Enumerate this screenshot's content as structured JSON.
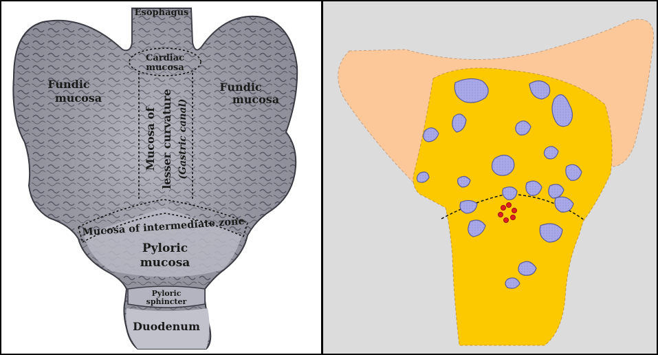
{
  "left_panel": {
    "labels": {
      "esophagus": "Esophagus",
      "cardiac_line1": "Cardiac",
      "cardiac_line2": "mucosa",
      "fundic_left_line1": "Fundic",
      "fundic_left_line2": "mucosa",
      "fundic_right_line1": "Fundic",
      "fundic_right_line2": "mucosa",
      "lesser_curvature_line1": "Mucosa of",
      "lesser_curvature_line2": "lesser curvature",
      "lesser_curvature_line3": "(Gastric canal)",
      "intermediate_zone": "Mucosa of intermediate zone",
      "pyloric_line1": "Pyloric",
      "pyloric_line2": "mucosa",
      "sphincter_line1": "Pyloric",
      "sphincter_line2": "sphincter",
      "duodenum": "Duodenum"
    }
  },
  "colors": {
    "stomach_gray": "#9a9aa8",
    "fundus_peach": "#fcc89a",
    "antrum_yellow": "#fcc800",
    "patch_lavender": "#a8a8e8",
    "focus_red": "#e02020",
    "background_gray": "#dcdcdc"
  }
}
